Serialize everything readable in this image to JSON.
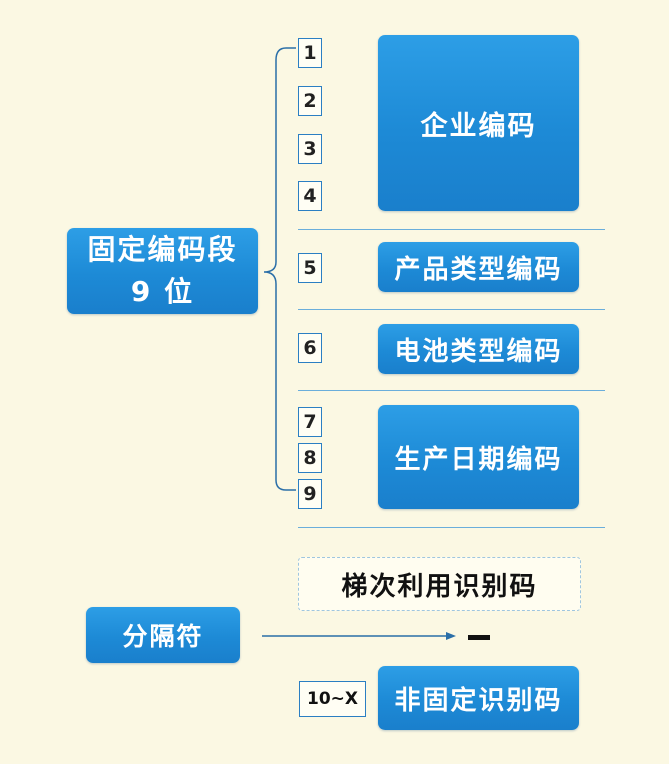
{
  "fixed_segment": {
    "line1": "固定编码段",
    "line2": "9 位"
  },
  "digits": [
    "1",
    "2",
    "3",
    "4",
    "5",
    "6",
    "7",
    "8",
    "9"
  ],
  "groups": {
    "enterprise": "企业编码",
    "product_type": "产品类型编码",
    "battery_type": "电池类型编码",
    "production_date": "生产日期编码"
  },
  "cascade_code": "梯次利用识别码",
  "separator": {
    "label": "分隔符",
    "symbol": "—"
  },
  "non_fixed": {
    "range": "10~X",
    "label": "非固定识别码"
  },
  "colors": {
    "background": "#fbf8e3",
    "box_blue": "#1d8ad6",
    "divider": "#6aaedb",
    "connector": "#2b6fa8"
  }
}
